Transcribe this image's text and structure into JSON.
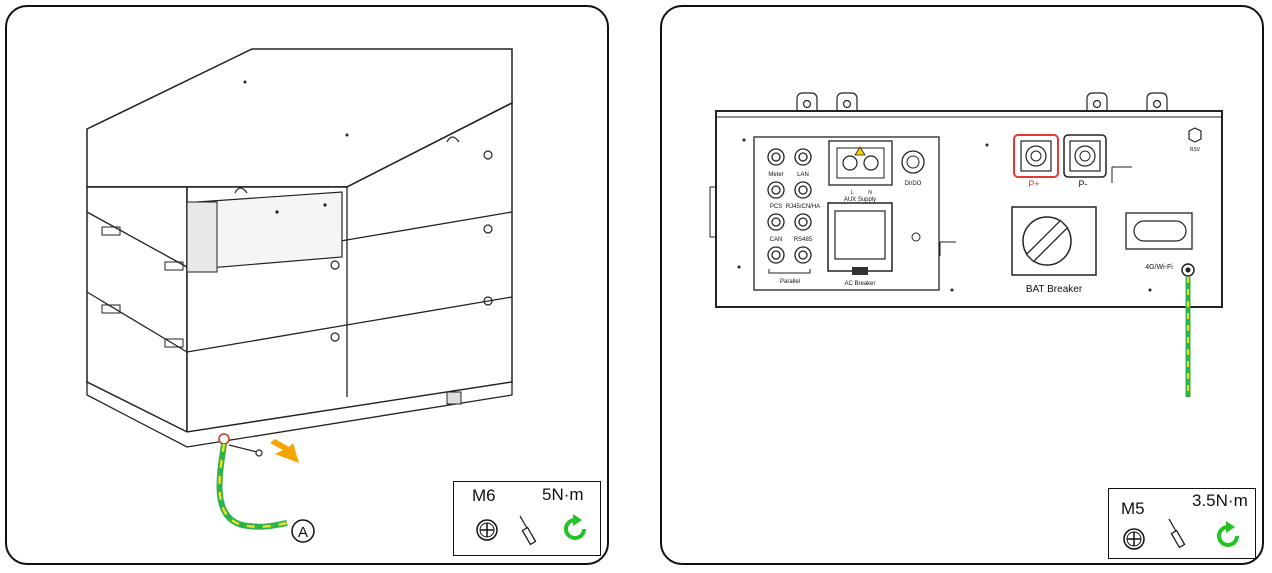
{
  "left_panel": {
    "callout_letter": "A",
    "spec": {
      "screw": "M6",
      "torque": "5N·m"
    }
  },
  "right_panel": {
    "ports_left": [
      "Meter",
      "LAN",
      "PCS",
      "RJ45/CN/HA",
      "CAN",
      "RS485",
      "Parallel"
    ],
    "aux_label": "AUX Supply",
    "aux_pins": [
      "L",
      "N"
    ],
    "di_label": "DI/DO",
    "ac_breaker_label": "AC Breaker",
    "p_plus": "P+",
    "p_minus": "P-",
    "bat_breaker_label": "BAT Breaker",
    "wifi_label": "4G/Wi-Fi",
    "rsv_label": "RSV",
    "spec": {
      "screw": "M5",
      "torque": "3.5N·m"
    }
  },
  "colors": {
    "arrow": "#f5a400",
    "ground_green": "#2db34a",
    "ground_yellow": "#e8e020",
    "highlight_red": "#e53935",
    "rotate_green": "#22c322"
  }
}
